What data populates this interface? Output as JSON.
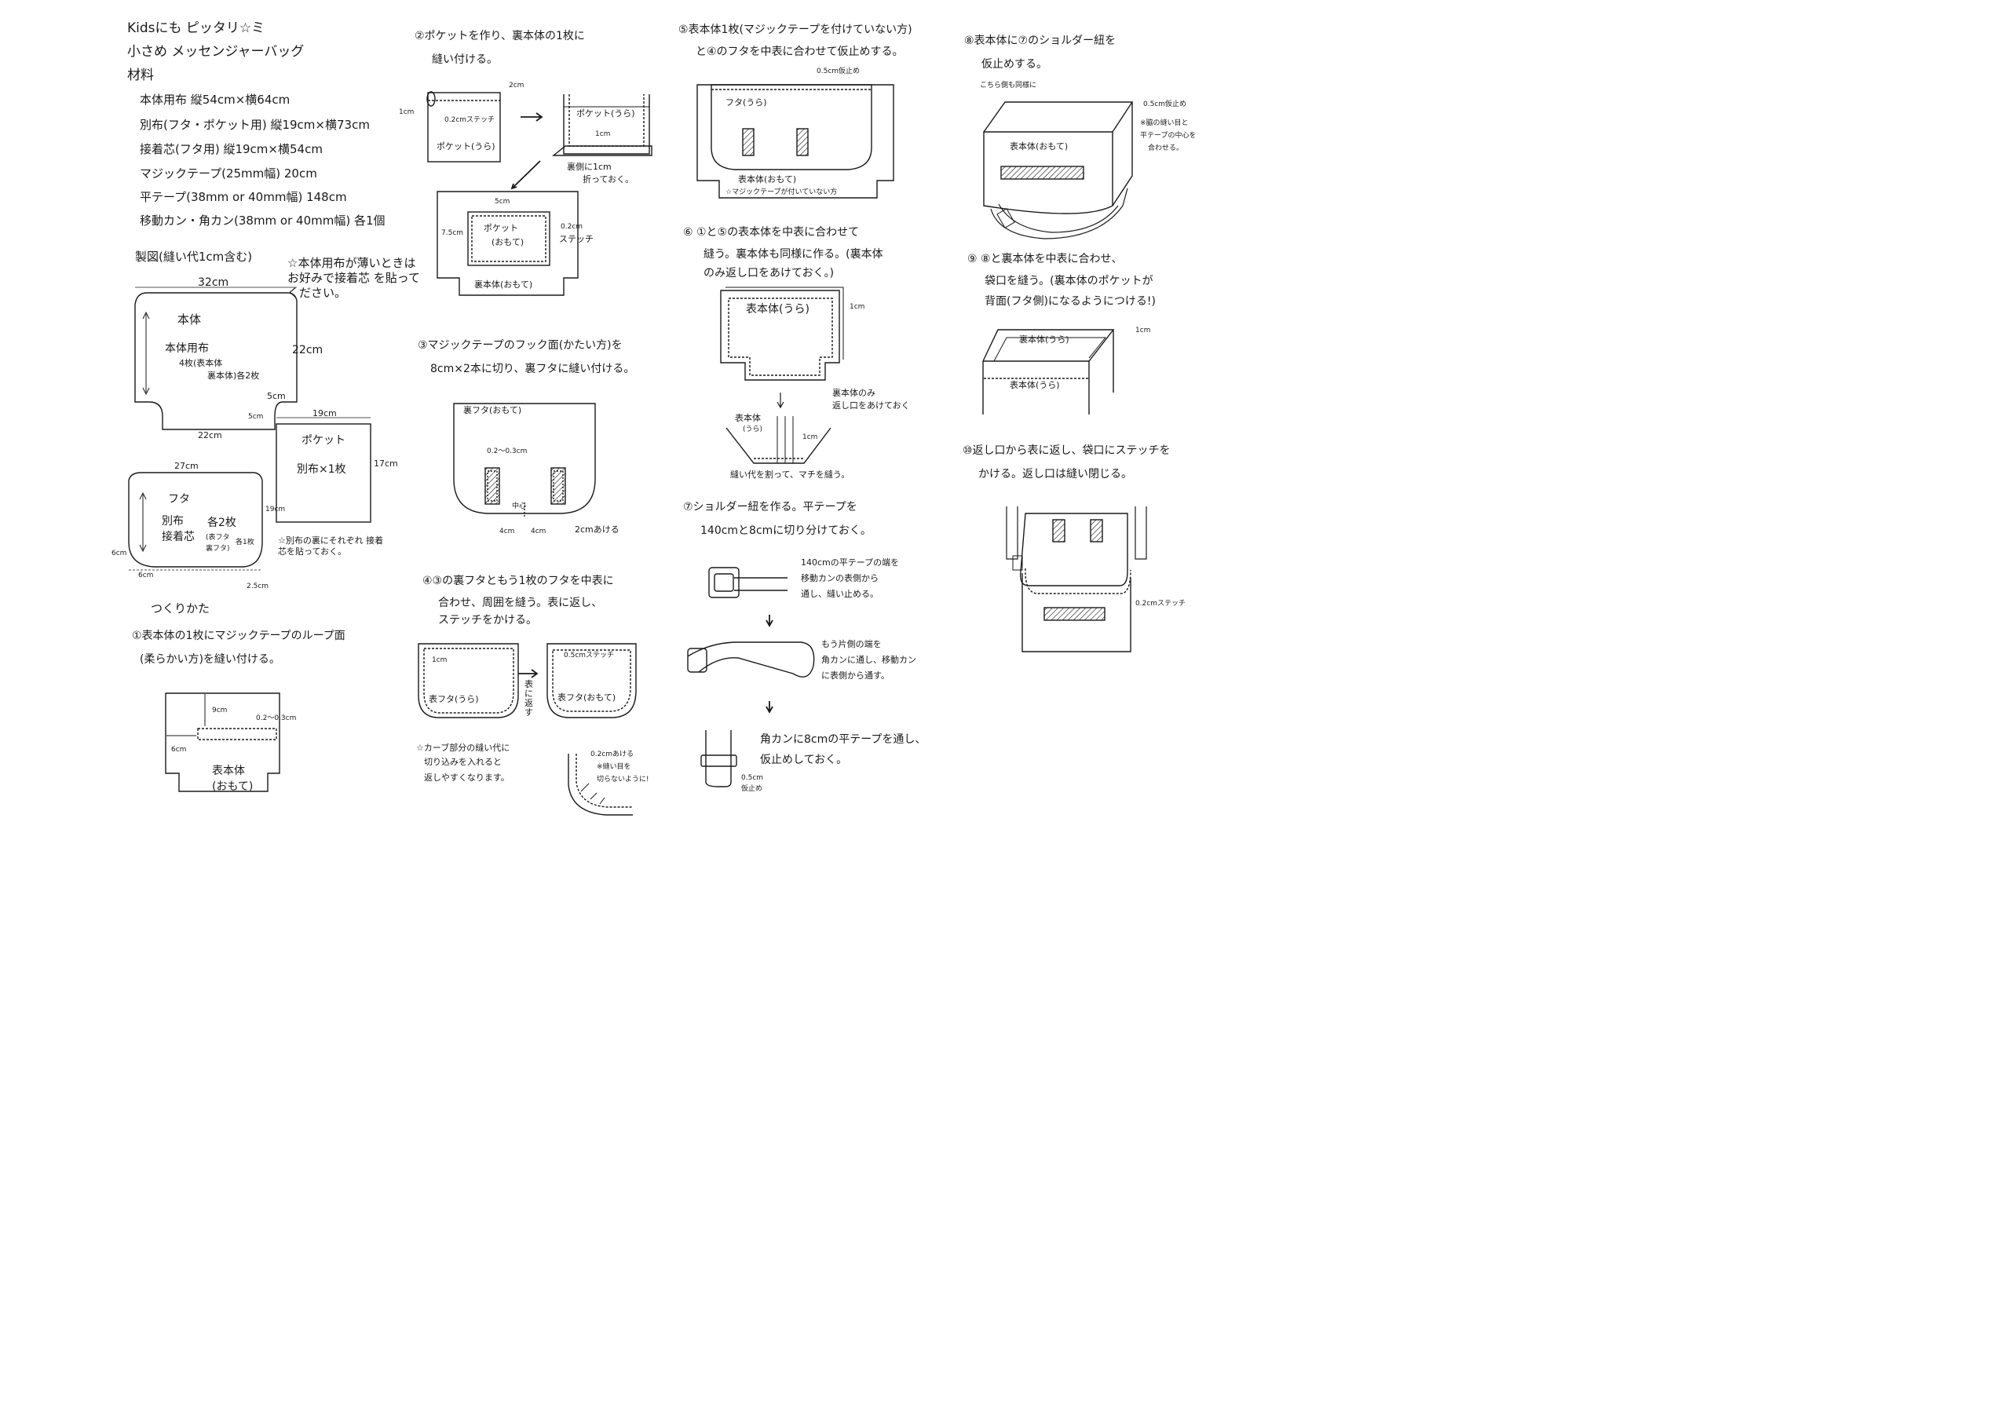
{
  "header": {
    "line1": "Kidsにも ピッタリ☆ミ",
    "line2": "小さめ メッセンジャーバッグ",
    "line3": "材料"
  },
  "materials": [
    "本体用布 縦54cm×横64cm",
    "別布(フタ・ポケット用) 縦19cm×横73cm",
    "接着芯(フタ用) 縦19cm×横54cm",
    "マジックテープ(25mm幅) 20cm",
    "平テープ(38mm or 40mm幅) 148cm",
    "移動カン・角カン(38mm or 40mm幅) 各1個"
  ],
  "pattern": {
    "title": "製図(縫い代1cm含む)",
    "note": "☆本体用布が薄いときは お好みで接着芯 を貼ってください。",
    "body": {
      "top": "32cm",
      "side": "22cm",
      "bottom": "22cm",
      "corner": "5cm",
      "corner2": "5cm",
      "name": "本体",
      "l1": "本体用布",
      "l2": "4枚(表本体",
      "l3": "裏本体)各2枚"
    },
    "pocket": {
      "top": "19cm",
      "side": "17cm",
      "name": "ポケット",
      "l1": "別布×1枚"
    },
    "flap": {
      "top": "27cm",
      "side": "19cm",
      "c1": "6cm",
      "c2": "6cm",
      "c3": "2.5cm",
      "name": "フタ",
      "l1": "別布",
      "l2": "接着芯",
      "l3": "各2枚",
      "l4": "(表フタ",
      "l5": "裏フタ)",
      "l6": "各1枚"
    },
    "flap_note": "☆別布の裏にそれぞれ 接着芯を貼っておく。"
  },
  "howto": "つくりかた",
  "steps": {
    "s1": {
      "l1": "①表本体の1枚にマジックテープのループ面",
      "l2": "(柔らかい方)を縫い付ける。",
      "d1": "9cm",
      "d2": "0.2〜0.3cm",
      "d3": "6cm",
      "label1": "表本体",
      "label2": "(おもて)"
    },
    "s2": {
      "l1": "②ポケットを作り、裏本体の1枚に",
      "l2": "縫い付ける。",
      "d1": "2cm",
      "d2": "1cm",
      "d3": "0.2cmステッチ",
      "lab1": "ポケット(うら)",
      "lab2": "ポケット(うら)",
      "d4": "1cm",
      "n1": "裏側に1cm",
      "n2": "折っておく。",
      "d5": "5cm",
      "d6": "7.5cm",
      "d7": "0.2cm",
      "d8": "ステッチ",
      "lab3": "ポケット",
      "lab4": "(おもて)",
      "lab5": "裏本体(おもて)"
    },
    "s3": {
      "l1": "③マジックテープのフック面(かたい方)を",
      "l2": "8cm×2本に切り、裏フタに縫い付ける。",
      "lab": "裏フタ(おもて)",
      "d1": "0.2〜0.3cm",
      "d2": "中心",
      "d3": "4cm",
      "d4": "4cm",
      "d5": "2cmあける"
    },
    "s4": {
      "l1": "④③の裏フタともう1枚のフタを中表に",
      "l2": "合わせ、周囲を縫う。表に返し、",
      "l3": "ステッチをかける。",
      "d1": "1cm",
      "lab1": "表フタ(うら)",
      "turn": "表に返す",
      "d2": "0.5cmステッチ",
      "lab2": "表フタ(おもて)",
      "n1": "☆カーブ部分の縫い代に",
      "n2": "切り込みを入れると",
      "n3": "返しやすくなります。",
      "n4": "0.2cmあける",
      "n5": "※縫い目を",
      "n6": "切らないように!"
    },
    "s5": {
      "l1": "⑤表本体1枚(マジックテープを付けていない方)",
      "l2": "と④のフタを中表に合わせて仮止めする。",
      "d1": "0.5cm仮止め",
      "lab1": "フタ(うら)",
      "lab2": "表本体(おもて)",
      "lab3": "☆マジックテープが付いていない方"
    },
    "s6": {
      "l1": "⑥ ①と⑤の表本体を中表に合わせて",
      "l2": "縫う。裏本体も同様に作る。(裏本体",
      "l3": "のみ返し口をあけておく。)",
      "lab1": "表本体(うら)",
      "d1": "1cm",
      "n1": "裏本体のみ",
      "n2": "返し口をあけておく",
      "lab2": "表本体",
      "lab3": "(うら)",
      "d2": "1cm",
      "n3": "縫い代を割って、マチを縫う。"
    },
    "s7": {
      "l1": "⑦ショルダー紐を作る。平テープを",
      "l2": "140cmと8cmに切り分けておく。",
      "n1": "140cmの平テープの端を",
      "n2": "移動カンの表側から",
      "n3": "通し、縫い止める。",
      "n4": "もう片側の端を",
      "n5": "角カンに通し、移動カン",
      "n6": "に表側から通す。",
      "n7": "角カンに8cmの平テープを通し、",
      "n8": "仮止めしておく。",
      "d1": "0.5cm",
      "d2": "仮止め"
    },
    "s8": {
      "l1": "⑧表本体に⑦のショルダー紐を",
      "l2": "仮止めする。",
      "n0": "こちら側も同様に",
      "d1": "0.5cm仮止め",
      "n1": "※脇の縫い目と",
      "n2": "平テープの中心を",
      "n3": "合わせる。",
      "lab": "表本体(おもて)"
    },
    "s9": {
      "l1": "⑨ ⑧と裏本体を中表に合わせ、",
      "l2": "袋口を縫う。(裏本体のポケットが",
      "l3": "背面(フタ側)になるようにつける!)",
      "d1": "1cm",
      "lab1": "裏本体(うら)",
      "lab2": "表本体(うら)"
    },
    "s10": {
      "l1": "⑩返し口から表に返し、袋口にステッチを",
      "l2": "かける。返し口は縫い閉じる。",
      "d1": "0.2cmステッチ"
    }
  },
  "icons": [
    "arrow-right-icon",
    "arrow-down-icon",
    "star-icon"
  ]
}
